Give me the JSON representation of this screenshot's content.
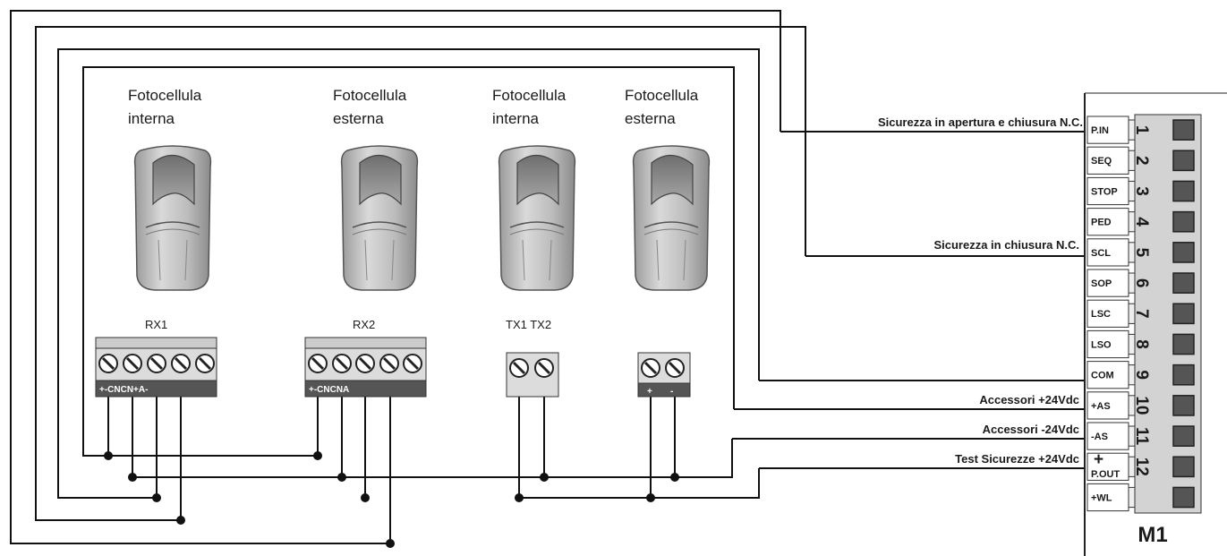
{
  "sensors": [
    {
      "caption_line1": "Fotocellula",
      "caption_line2": "interna"
    },
    {
      "caption_line1": "Fotocellula",
      "caption_line2": "esterna"
    },
    {
      "caption_line1": "Fotocellula",
      "caption_line2": "interna"
    },
    {
      "caption_line1": "Fotocellula",
      "caption_line2": "esterna"
    }
  ],
  "receivers": {
    "rx1": {
      "label": "RX1",
      "strip": "+-CNCN+A-"
    },
    "rx2": {
      "label": "RX2",
      "strip": "+-CNCNA"
    },
    "tx": {
      "label": "TX1 TX2"
    },
    "tx2": {
      "strip_plus": "+",
      "strip_minus": "-"
    }
  },
  "connection_labels": {
    "pin": "Sicurezza in apertura e chiusura N.C.",
    "scl": "Sicurezza in chiusura N.C.",
    "as_plus": "Accessori +24Vdc",
    "as_minus": "Accessori  -24Vdc",
    "test": "Test Sicurezze  +24Vdc"
  },
  "terminal_block": {
    "name": "M1",
    "terminals": [
      {
        "label": "P.IN",
        "number": "1"
      },
      {
        "label": "SEQ",
        "number": "2"
      },
      {
        "label": "STOP",
        "number": "3"
      },
      {
        "label": "PED",
        "number": "4"
      },
      {
        "label": "SCL",
        "number": "5"
      },
      {
        "label": "SOP",
        "number": "6"
      },
      {
        "label": "LSC",
        "number": "7"
      },
      {
        "label": "LSO",
        "number": "8"
      },
      {
        "label": "COM",
        "number": "9"
      },
      {
        "label": "+AS",
        "number": "10"
      },
      {
        "label": "-AS",
        "number": "11"
      },
      {
        "label": "P.OUT",
        "label_top": "+",
        "number": "12"
      },
      {
        "label": "+WL",
        "number": ""
      }
    ]
  }
}
